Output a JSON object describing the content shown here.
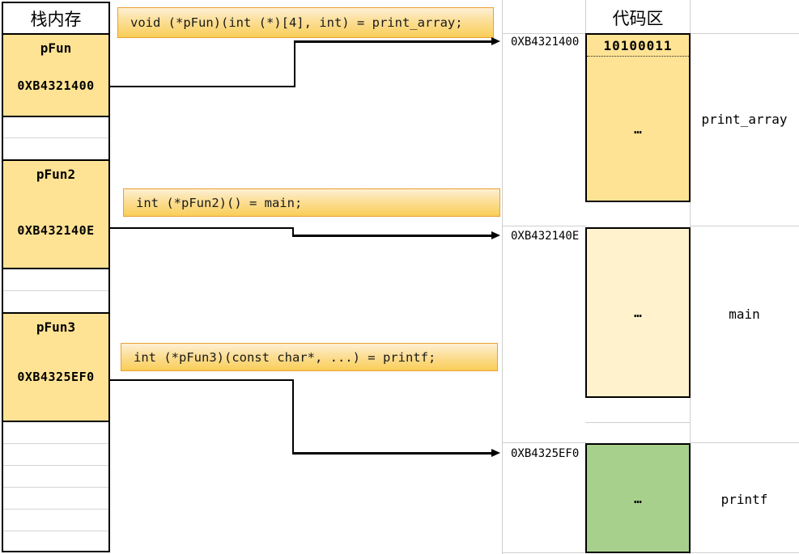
{
  "stack": {
    "title": "栈内存",
    "cells": [
      {
        "name": "pFun",
        "address": "0XB4321400"
      },
      {
        "name": "pFun2",
        "address": "0XB432140E"
      },
      {
        "name": "pFun3",
        "address": "0XB4325EF0"
      }
    ]
  },
  "declarations": [
    {
      "code": "void (*pFun)(int (*)[4], int) = print_array;"
    },
    {
      "code": "int (*pFun2)() = main;"
    },
    {
      "code": "int (*pFun3)(const char*, ...) = printf;"
    }
  ],
  "address_labels": [
    "0XB4321400",
    "0XB432140E",
    "0XB4325EF0"
  ],
  "code_area": {
    "title": "代码区",
    "blocks": [
      {
        "binary": "10100011",
        "body": "…",
        "label": "print_array",
        "fill": "#FFE394"
      },
      {
        "body": "…",
        "label": "main",
        "fill": "#FFF2CC"
      },
      {
        "body": "…",
        "label": "printf",
        "fill": "#A8D08D"
      }
    ]
  },
  "colors": {
    "stack_cell_fill": "#FFE394",
    "declaration_border": "#EC9F32",
    "declaration_fill_top": "#FDF0D5",
    "declaration_fill_bottom": "#F9CE58",
    "grid_line": "#CFCFCF",
    "arrow": "#000000",
    "block_border": "#000000"
  }
}
